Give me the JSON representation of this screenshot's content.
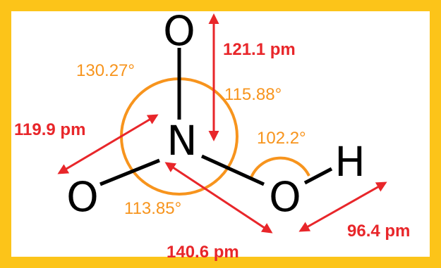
{
  "colors": {
    "frame": "#fcc419",
    "background": "#ffffff",
    "bond": "#000000",
    "length_annotation": "#e8262a",
    "angle_annotation": "#f7941d"
  },
  "atoms": {
    "o_top": "O",
    "n_center": "N",
    "o_left": "O",
    "o_right": "O",
    "h": "H"
  },
  "bond_lengths": {
    "n_o_top": "121.1 pm",
    "n_o_left": "119.9 pm",
    "n_o_hydroxyl": "140.6 pm",
    "o_h": "96.4 pm"
  },
  "bond_angles": {
    "o_n_o": "130.27°",
    "o_top_n_oh": "115.88°",
    "n_o_h": "102.2°",
    "o_left_n_oh": "113.85°"
  }
}
